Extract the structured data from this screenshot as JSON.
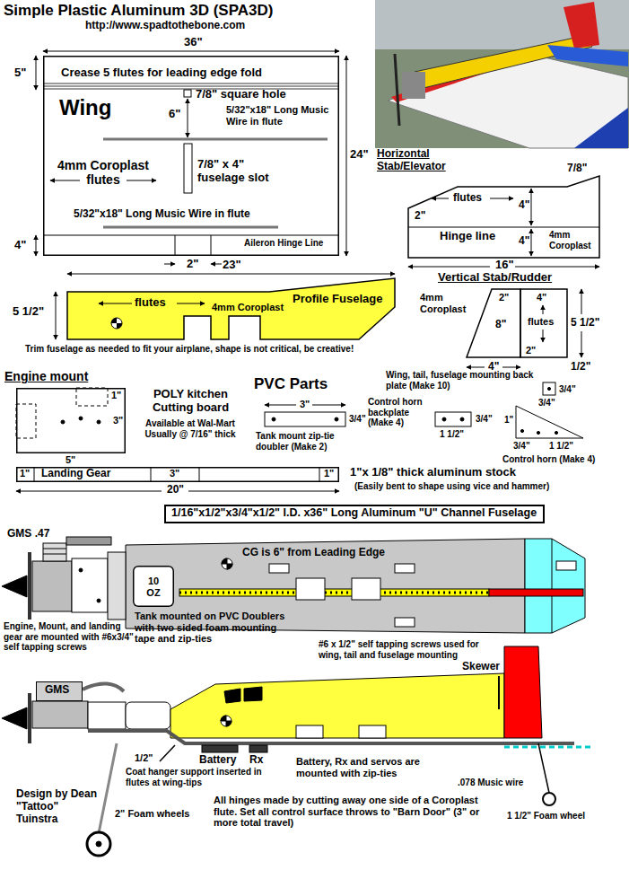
{
  "diagram": {
    "title": "Simple Plastic Aluminum 3D (SPA3D)",
    "nodes": [
      {
        "text": [
          "Crease 5 flutes for leading edge fold",
          "Wing",
          "7/8\" square hole",
          "6\"",
          "5/32\"x18\" Long Music Wire in flute",
          "4mm Coroplast flutes",
          "7/8\" x 4\" fuselage slot",
          "5/32\"x18\" Long Music Wire in flute",
          "Aileron Hinge Line"
        ]
      },
      {
        "text": [
          "Horizontal Stab/Elevator",
          "flutes",
          "4\"",
          "2\"",
          "Hinge line",
          "4\"",
          "4mm Coroplast"
        ]
      },
      {
        "text": [
          "Vertical Stab/Rudder",
          "4mm Coroplast",
          "2\"",
          "4\"",
          "flutes",
          "8\"",
          "2\""
        ]
      },
      {
        "text": [
          "Profile Fuselage",
          "flutes",
          "4mm Coroplast"
        ]
      },
      {
        "text": [
          "Engine mount",
          "1\"",
          "3\""
        ]
      },
      {
        "text": [
          "1\"",
          "Landing Gear",
          "3\"",
          "1\""
        ]
      },
      {
        "text": [
          "1/16\"x1/2\"x3/4\"x1/2\" I.D. x36\" Long Aluminum \"U\" Channel Fuselage"
        ]
      },
      {
        "text": [
          "10 OZ"
        ]
      },
      {
        "text": [
          "GMS"
        ]
      }
    ],
    "labels": [
      "http://www.spadtothebone.com",
      "36\"",
      "5\"",
      "24\"",
      "4\"",
      "2\"",
      "7/8\"",
      "16\"",
      "23\"",
      "5 1/2\"",
      "5 1/2\"",
      "4\"",
      "1/2\"",
      "Trim fuselage as needed to fit your airplane, shape is not critical, be creative!",
      "5\"",
      "POLY kitchen Cutting board",
      "Available at Wal-Mart Usually @ 7/16\" thick",
      "PVC Parts",
      "3\"",
      "Wing, tail, fuselage mounting back plate (Make 10)",
      "3/4\"",
      "3/4\"",
      "3/4\"",
      "Tank mount zip-tie doubler (Make 2)",
      "Control horn backplate (Make 4)",
      "3/4\"",
      "1 1/2\"",
      "1\"",
      "3/4\"",
      "1 1/2\"",
      "Control horn (Make 4)",
      "20\"",
      "1\"x 1/8\" thick aluminum stock",
      "(Easily bent to shape using vice and hammer)",
      "GMS .47",
      "CG is 6\" from Leading Edge",
      "Tank mounted on PVC Doublers with two sided foam mounting tape and zip-ties",
      "Engine, Mount, and landing gear are mounted with #6x3/4\" self tapping screws",
      "#6 x 1/2\" self tapping screws used for wing, tail and fuselage mounting",
      "Skewer",
      "Battery",
      "Rx",
      "1/2\"",
      "Coat hanger support inserted in flutes at wing-tips",
      "Battery, Rx and servos are mounted with zip-ties",
      ".078 Music wire",
      "Design by Dean \"Tattoo\" Tuinstra",
      "2\" Foam wheels",
      "All hinges made by cutting away one side of a Coroplast flute. Set all control surface throws to \"Barn Door\" (3\" or more total travel)",
      "1 1/2\" Foam wheel"
    ]
  }
}
